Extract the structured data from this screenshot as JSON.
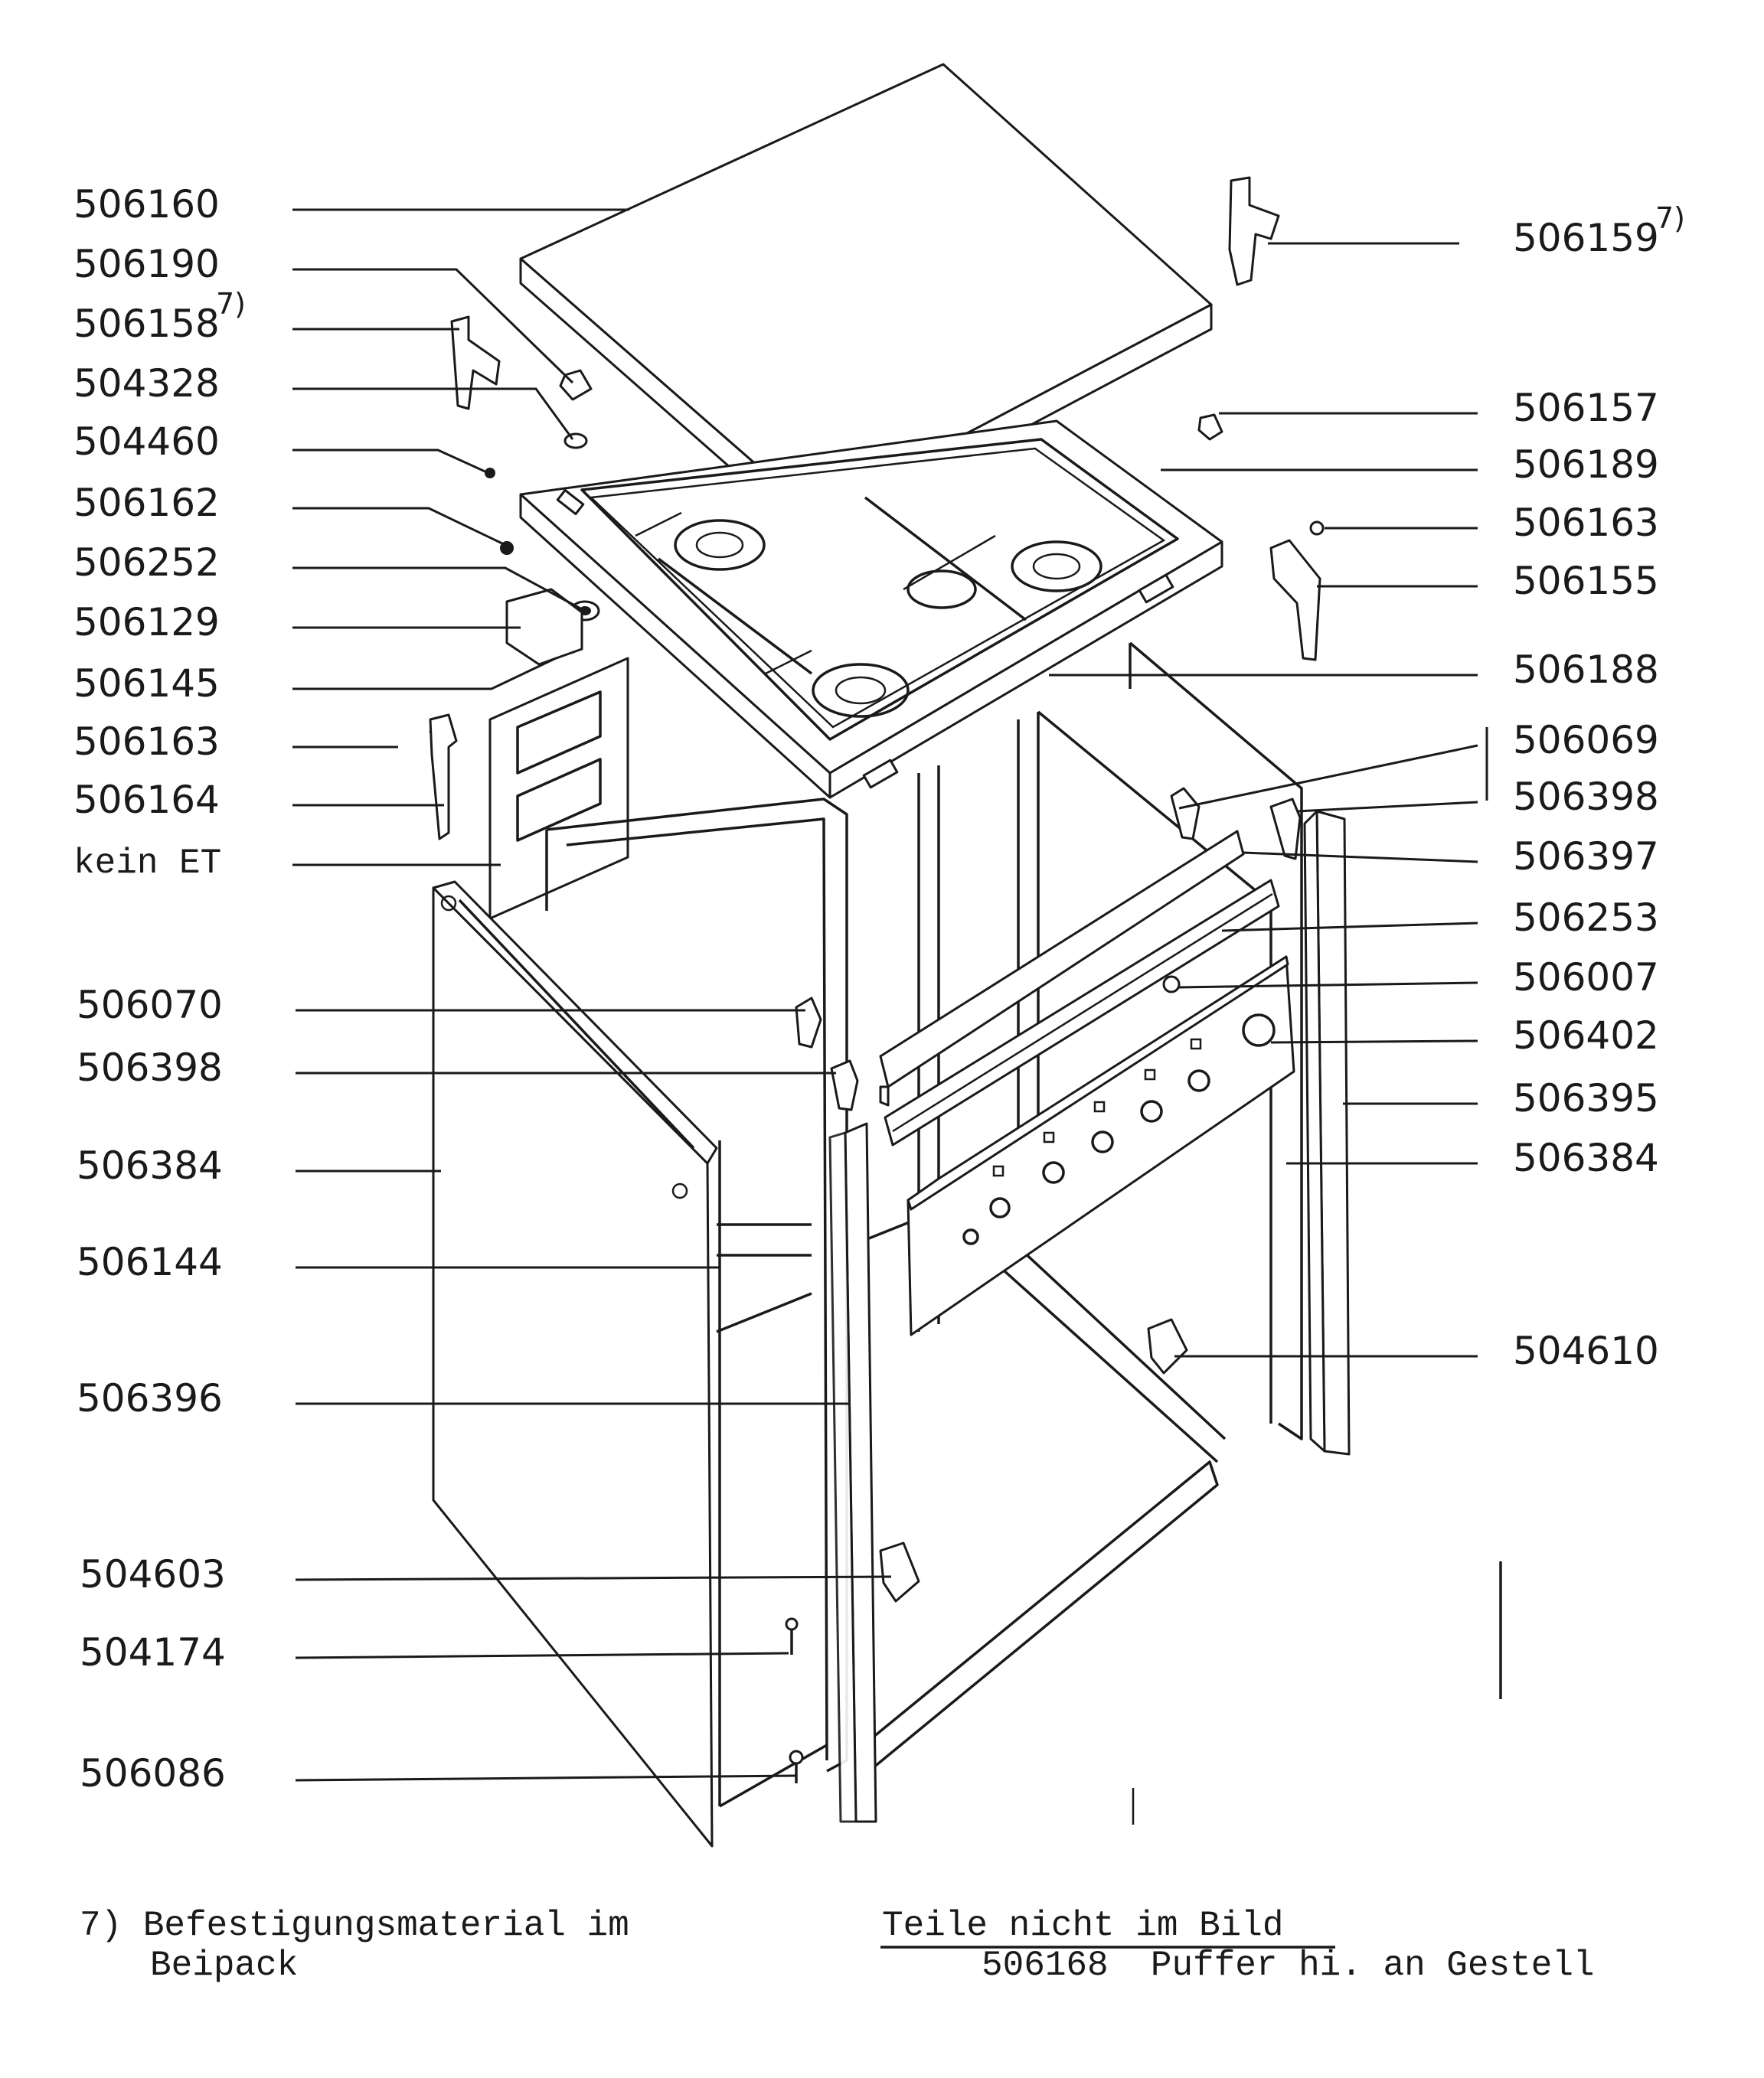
{
  "labels": {
    "l_506160": "506160",
    "l_506190": "506190",
    "l_506158": "506158",
    "l_504328": "504328",
    "l_504460": "504460",
    "l_506162": "506162",
    "l_506252": "506252",
    "l_506129": "506129",
    "l_506145": "506145",
    "l_506163a": "506163",
    "l_506164": "506164",
    "l_keinET": "kein ET",
    "l_506070": "506070",
    "l_506398a": "506398",
    "l_506384a": "506384",
    "l_506144": "506144",
    "l_506396": "506396",
    "l_504603": "504603",
    "l_504174": "504174",
    "l_506086": "506086",
    "r_506159": "506159",
    "r_506157": "506157",
    "r_506189": "506189",
    "r_506163": "506163",
    "r_506155": "506155",
    "r_506188": "506188",
    "r_506069": "506069",
    "r_506398": "506398",
    "r_506397": "506397",
    "r_506253": "506253",
    "r_506007": "506007",
    "r_506402": "506402",
    "r_506395": "506395",
    "r_506384": "506384",
    "r_504610": "504610"
  },
  "footnote_mark": "7)",
  "footnote": {
    "line1": "7) Befestigungsmaterial im",
    "line2": "Beipack"
  },
  "not_shown": {
    "heading": "Teile nicht im Bild",
    "item": "506168  Puffer hi. an Gestell"
  }
}
